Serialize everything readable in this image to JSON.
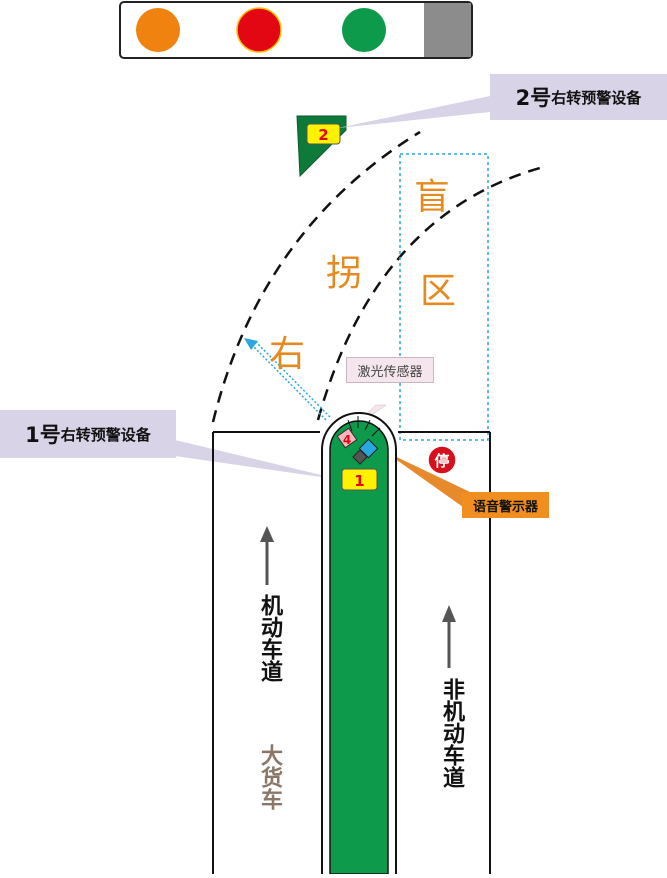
{
  "colors": {
    "signal_orange": "#f0820f",
    "signal_red": "#e30613",
    "signal_green": "#0d9a4b",
    "signal_gray": "#8c8c8c",
    "median_green": "#0d9a4b",
    "callout_bg": "#d8d3e6",
    "orange_text": "#e58a1f",
    "device_yellow": "#fff200",
    "stop_red": "#d6111c",
    "sensor_pink": "#f7b7bf",
    "speaker_orange": "#f08f1f",
    "dotted_blue": "#29a8e0"
  },
  "device_1": {
    "callout_num": "1号",
    "callout_text": "右转预警设备",
    "badge": "1"
  },
  "device_2": {
    "callout_num": "2号",
    "callout_text": "右转预警设备",
    "badge": "2"
  },
  "sensor": {
    "label": "激光传感器",
    "badge": "4"
  },
  "speaker": {
    "label": "语音警示器"
  },
  "stop_sign": {
    "label": "停"
  },
  "area": {
    "turn_char_1": "右",
    "turn_char_2": "拐",
    "blind_char_1": "盲",
    "blind_char_2": "区"
  },
  "lanes": {
    "motor_lane": "机动车道",
    "truck": "大货车",
    "nonmotor_lane": "非机动车道"
  }
}
